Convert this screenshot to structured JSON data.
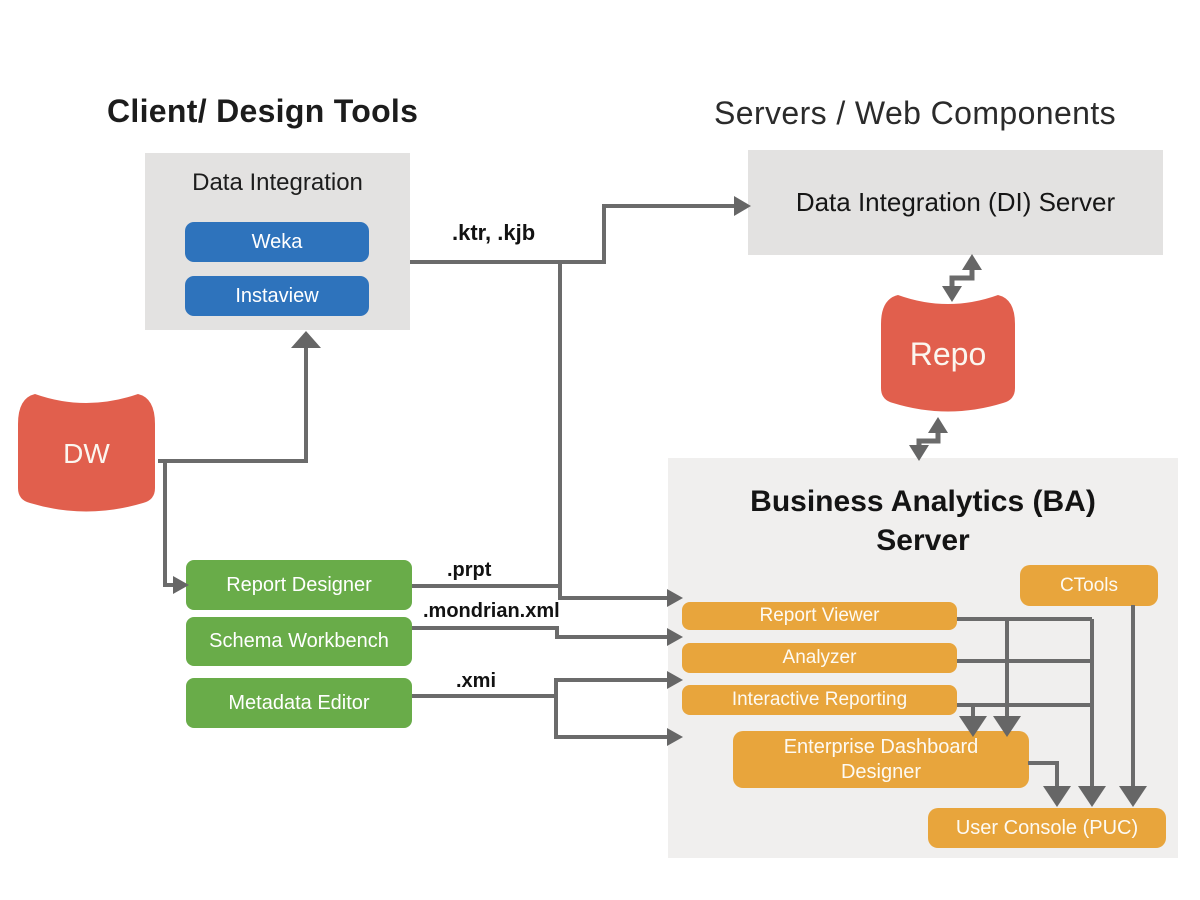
{
  "diagram": {
    "section_titles": {
      "left": "Client/ Design Tools",
      "right": "Servers / Web Components"
    },
    "client": {
      "data_integration": {
        "title": "Data Integration",
        "tools": [
          {
            "label": "Weka"
          },
          {
            "label": "Instaview"
          }
        ]
      },
      "dw": {
        "label": "DW"
      },
      "design_tools": [
        {
          "label": "Report Designer"
        },
        {
          "label": "Schema Workbench"
        },
        {
          "label": "Metadata Editor"
        }
      ]
    },
    "servers": {
      "di_server": {
        "title": "Data Integration (DI) Server"
      },
      "repo": {
        "label": "Repo"
      },
      "ba_server": {
        "title": "Business Analytics (BA) Server",
        "ctools": {
          "label": "CTools"
        },
        "components": [
          {
            "label": "Report Viewer"
          },
          {
            "label": "Analyzer"
          },
          {
            "label": "Interactive Reporting"
          }
        ],
        "dashboard_designer": {
          "label": "Enterprise Dashboard Designer"
        },
        "user_console": {
          "label": "User Console (PUC)"
        }
      }
    },
    "edge_labels": {
      "ktr": ".ktr, .kjb",
      "prpt": ".prpt",
      "mondrian": ".mondrian.xml",
      "xmi": ".xmi"
    },
    "colors": {
      "blue": "#2e73bc",
      "green": "#69ac49",
      "amber": "#e8a53c",
      "red": "#e15f4d",
      "box_gray": "#e3e2e1",
      "ba_gray": "#f0efee",
      "connector": "#6b6b6b",
      "text_dark": "#1c1c1c"
    }
  }
}
